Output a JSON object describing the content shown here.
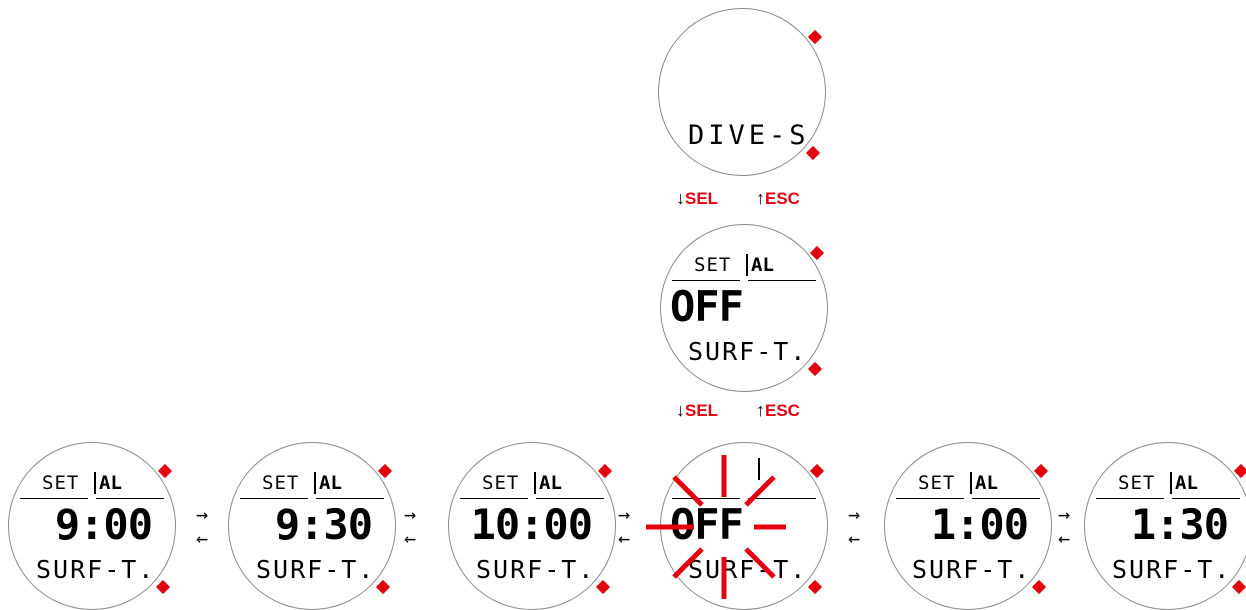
{
  "top_watch": {
    "display": "DIVE-S"
  },
  "keys_1": {
    "down_label": "SEL",
    "up_label": "ESC"
  },
  "menu_watch": {
    "set": "SET",
    "al": "AL",
    "value": "OFF",
    "surf": "SURF-T."
  },
  "keys_2": {
    "down_label": "SEL",
    "up_label": "ESC"
  },
  "sequence": [
    {
      "set": "SET",
      "al": "AL",
      "value": "9:00",
      "surf": "SURF-T.",
      "blinking": false
    },
    {
      "set": "SET",
      "al": "AL",
      "value": "9:30",
      "surf": "SURF-T.",
      "blinking": false
    },
    {
      "set": "SET",
      "al": "AL",
      "value": "10:00",
      "surf": "SURF-T.",
      "blinking": false
    },
    {
      "set": "",
      "al": "",
      "value": "OFF",
      "surf": "SURF-T.",
      "blinking": true
    },
    {
      "set": "SET",
      "al": "AL",
      "value": "1:00",
      "surf": "SURF-T.",
      "blinking": false
    },
    {
      "set": "SET",
      "al": "AL",
      "value": "1:30",
      "surf": "SURF-T.",
      "blinking": false
    }
  ],
  "arrows": {
    "right": "→",
    "left": "←",
    "down": "↓",
    "up": "↑"
  },
  "colors": {
    "accent": "#e3000f",
    "dial_border": "#8a8a8a"
  }
}
